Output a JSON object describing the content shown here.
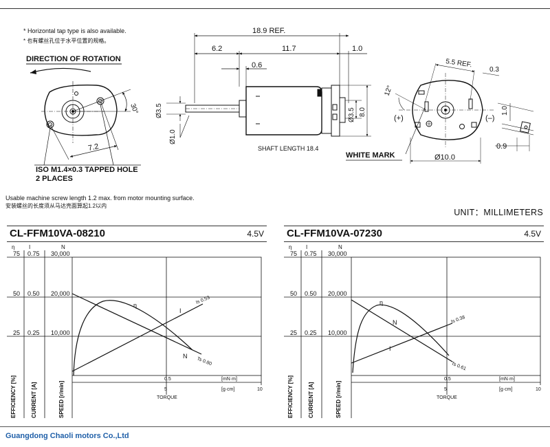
{
  "notes": {
    "tap_en": "* Horizontal tap type is also available.",
    "tap_cn": "* 也有螺丝孔位于水平位置的规格。",
    "screw_en": "Usable machine screw length 1.2 max. from motor mounting surface.",
    "screw_cn": "安装螺丝的长度须从马达壳面算起1.2以内"
  },
  "drawing": {
    "rotation_label": "DIRECTION OF ROTATION",
    "hole_label_1": "ISO M1.4×0.3 TAPPED HOLE",
    "hole_label_2": "2 PLACES",
    "shaft_length": "SHAFT LENGTH 18.4",
    "white_mark": "WHITE MARK",
    "dims": {
      "ref_total": "18.9 REF.",
      "d62": "6.2",
      "d117": "11.7",
      "d10": "1.0",
      "d06": "0.6",
      "d35a": "Ø3.5",
      "d10b": "Ø1.0",
      "d35b": "Ø3.5",
      "d80": "8.0",
      "d72": "7.2",
      "a30": "30°",
      "ref55": "5.5 REF.",
      "d03": "0.3",
      "a12": "12°",
      "d10c": "1.0",
      "d09": "0.9",
      "dia10": "Ø10.0",
      "plus": "(+)",
      "minus": "(–)"
    }
  },
  "units_label": "UNIT：MILLIMETERS",
  "charts": [
    {
      "title": "CL-FFM10VA-08210",
      "voltage": "4.5V",
      "axis_symbols": [
        "η",
        "I",
        "N"
      ],
      "efficiency_ticks": [
        "75",
        "50",
        "25"
      ],
      "current_ticks": [
        "0.75",
        "0.50",
        "0.25"
      ],
      "speed_ticks": [
        "30,000",
        "20,000",
        "10,000"
      ],
      "ylabels": [
        "EFFICIENCY [%]",
        "CURRENT [A]",
        "SPEED [r/min]"
      ],
      "x_mnm_ticks": [
        "0.5"
      ],
      "x_gcm_ticks": [
        "5",
        "10"
      ],
      "x_unit_mnm": "[mN·m]",
      "x_unit_gcm": "[g·cm]",
      "xlabel": "TORQUE",
      "curve_labels": {
        "eta": "η",
        "i": "I",
        "n": "N",
        "is": "Is 0.53",
        "ts": "Ts 0.80"
      }
    },
    {
      "title": "CL-FFM10VA-07230",
      "voltage": "4.5V",
      "axis_symbols": [
        "η",
        "I",
        "N"
      ],
      "efficiency_ticks": [
        "75",
        "50",
        "25"
      ],
      "current_ticks": [
        "0.75",
        "0.50",
        "0.25"
      ],
      "speed_ticks": [
        "30,000",
        "20,000",
        "10,000"
      ],
      "ylabels": [
        "EFFICIENCY [%]",
        "CURRENT [A]",
        "SPEED [r/min]"
      ],
      "x_mnm_ticks": [
        "0.5"
      ],
      "x_gcm_ticks": [
        "5",
        "10"
      ],
      "x_unit_mnm": "[mN·m]",
      "x_unit_gcm": "[g·cm]",
      "xlabel": "TORQUE",
      "curve_labels": {
        "eta": "η",
        "i": "I",
        "n": "N",
        "is": "Is 0.38",
        "ts": "Ts 0.61"
      }
    }
  ],
  "company": "Guangdong Chaoli motors Co.,Ltd"
}
